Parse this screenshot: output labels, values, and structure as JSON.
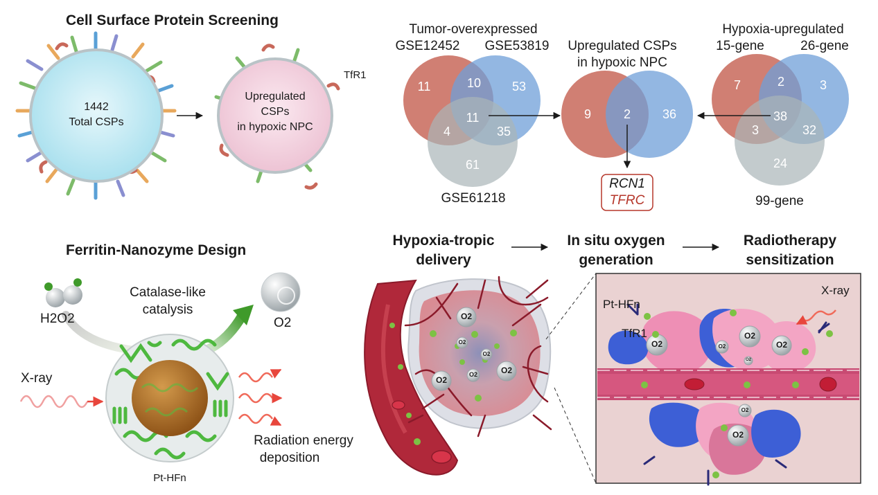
{
  "top": {
    "title": "Cell Surface Protein Screening",
    "cell_total": {
      "count": "1442",
      "label": "Total CSPs"
    },
    "cell_upregulated": {
      "line1": "Upregulated",
      "line2": "CSPs",
      "line3": "in hypoxic NPC"
    },
    "tfr1_label": "TfR1",
    "venn_tumor": {
      "title": "Tumor-overexpressed",
      "set_a": "GSE12452",
      "set_b": "GSE53819",
      "set_c": "GSE61218",
      "values": {
        "a_only": "11",
        "ab": "10",
        "b_only": "53",
        "abc": "11",
        "ac": "4",
        "bc": "35",
        "c_only": "61"
      }
    },
    "venn_middle": {
      "title_line1": "Upregulated CSPs",
      "title_line2": "in hypoxic NPC",
      "values": {
        "left": "9",
        "overlap": "2",
        "right": "36"
      }
    },
    "genes": {
      "gene1": "RCN1",
      "gene2": "TFRC"
    },
    "venn_hypoxia": {
      "title": "Hypoxia-upregulated",
      "set_a": "15-gene",
      "set_b": "26-gene",
      "set_c": "99-gene",
      "values": {
        "a_only": "7",
        "ab": "2",
        "b_only": "3",
        "abc": "38",
        "ac": "3",
        "bc": "32",
        "c_only": "24"
      }
    }
  },
  "bottom": {
    "title": "Ferritin-Nanozyme Design",
    "catalysis_line1": "Catalase-like",
    "catalysis_line2": "catalysis",
    "h2o2": "H2O2",
    "o2": "O2",
    "xray_left": "X-ray",
    "radiation_line1": "Radiation energy",
    "radiation_line2": "deposition",
    "nanozyme_label": "Pt-HFn",
    "steps": [
      {
        "line1": "Hypoxia-tropic",
        "line2": "delivery"
      },
      {
        "line1": "In situ oxygen",
        "line2": "generation"
      },
      {
        "line1": "Radiotherapy",
        "line2": "sensitization"
      }
    ],
    "o2_tag": "O2",
    "inset": {
      "pt_hfn": "Pt-HFn",
      "tfr1": "TfR1",
      "xray": "X-ray"
    }
  },
  "colors": {
    "venn_red": "#c8685a",
    "venn_blue": "#6f9fd8",
    "venn_gray": "#aab5b8",
    "gene_red": "#b5362a",
    "vessel": "#b0283a",
    "tissue_bg": "#ead2d2"
  }
}
